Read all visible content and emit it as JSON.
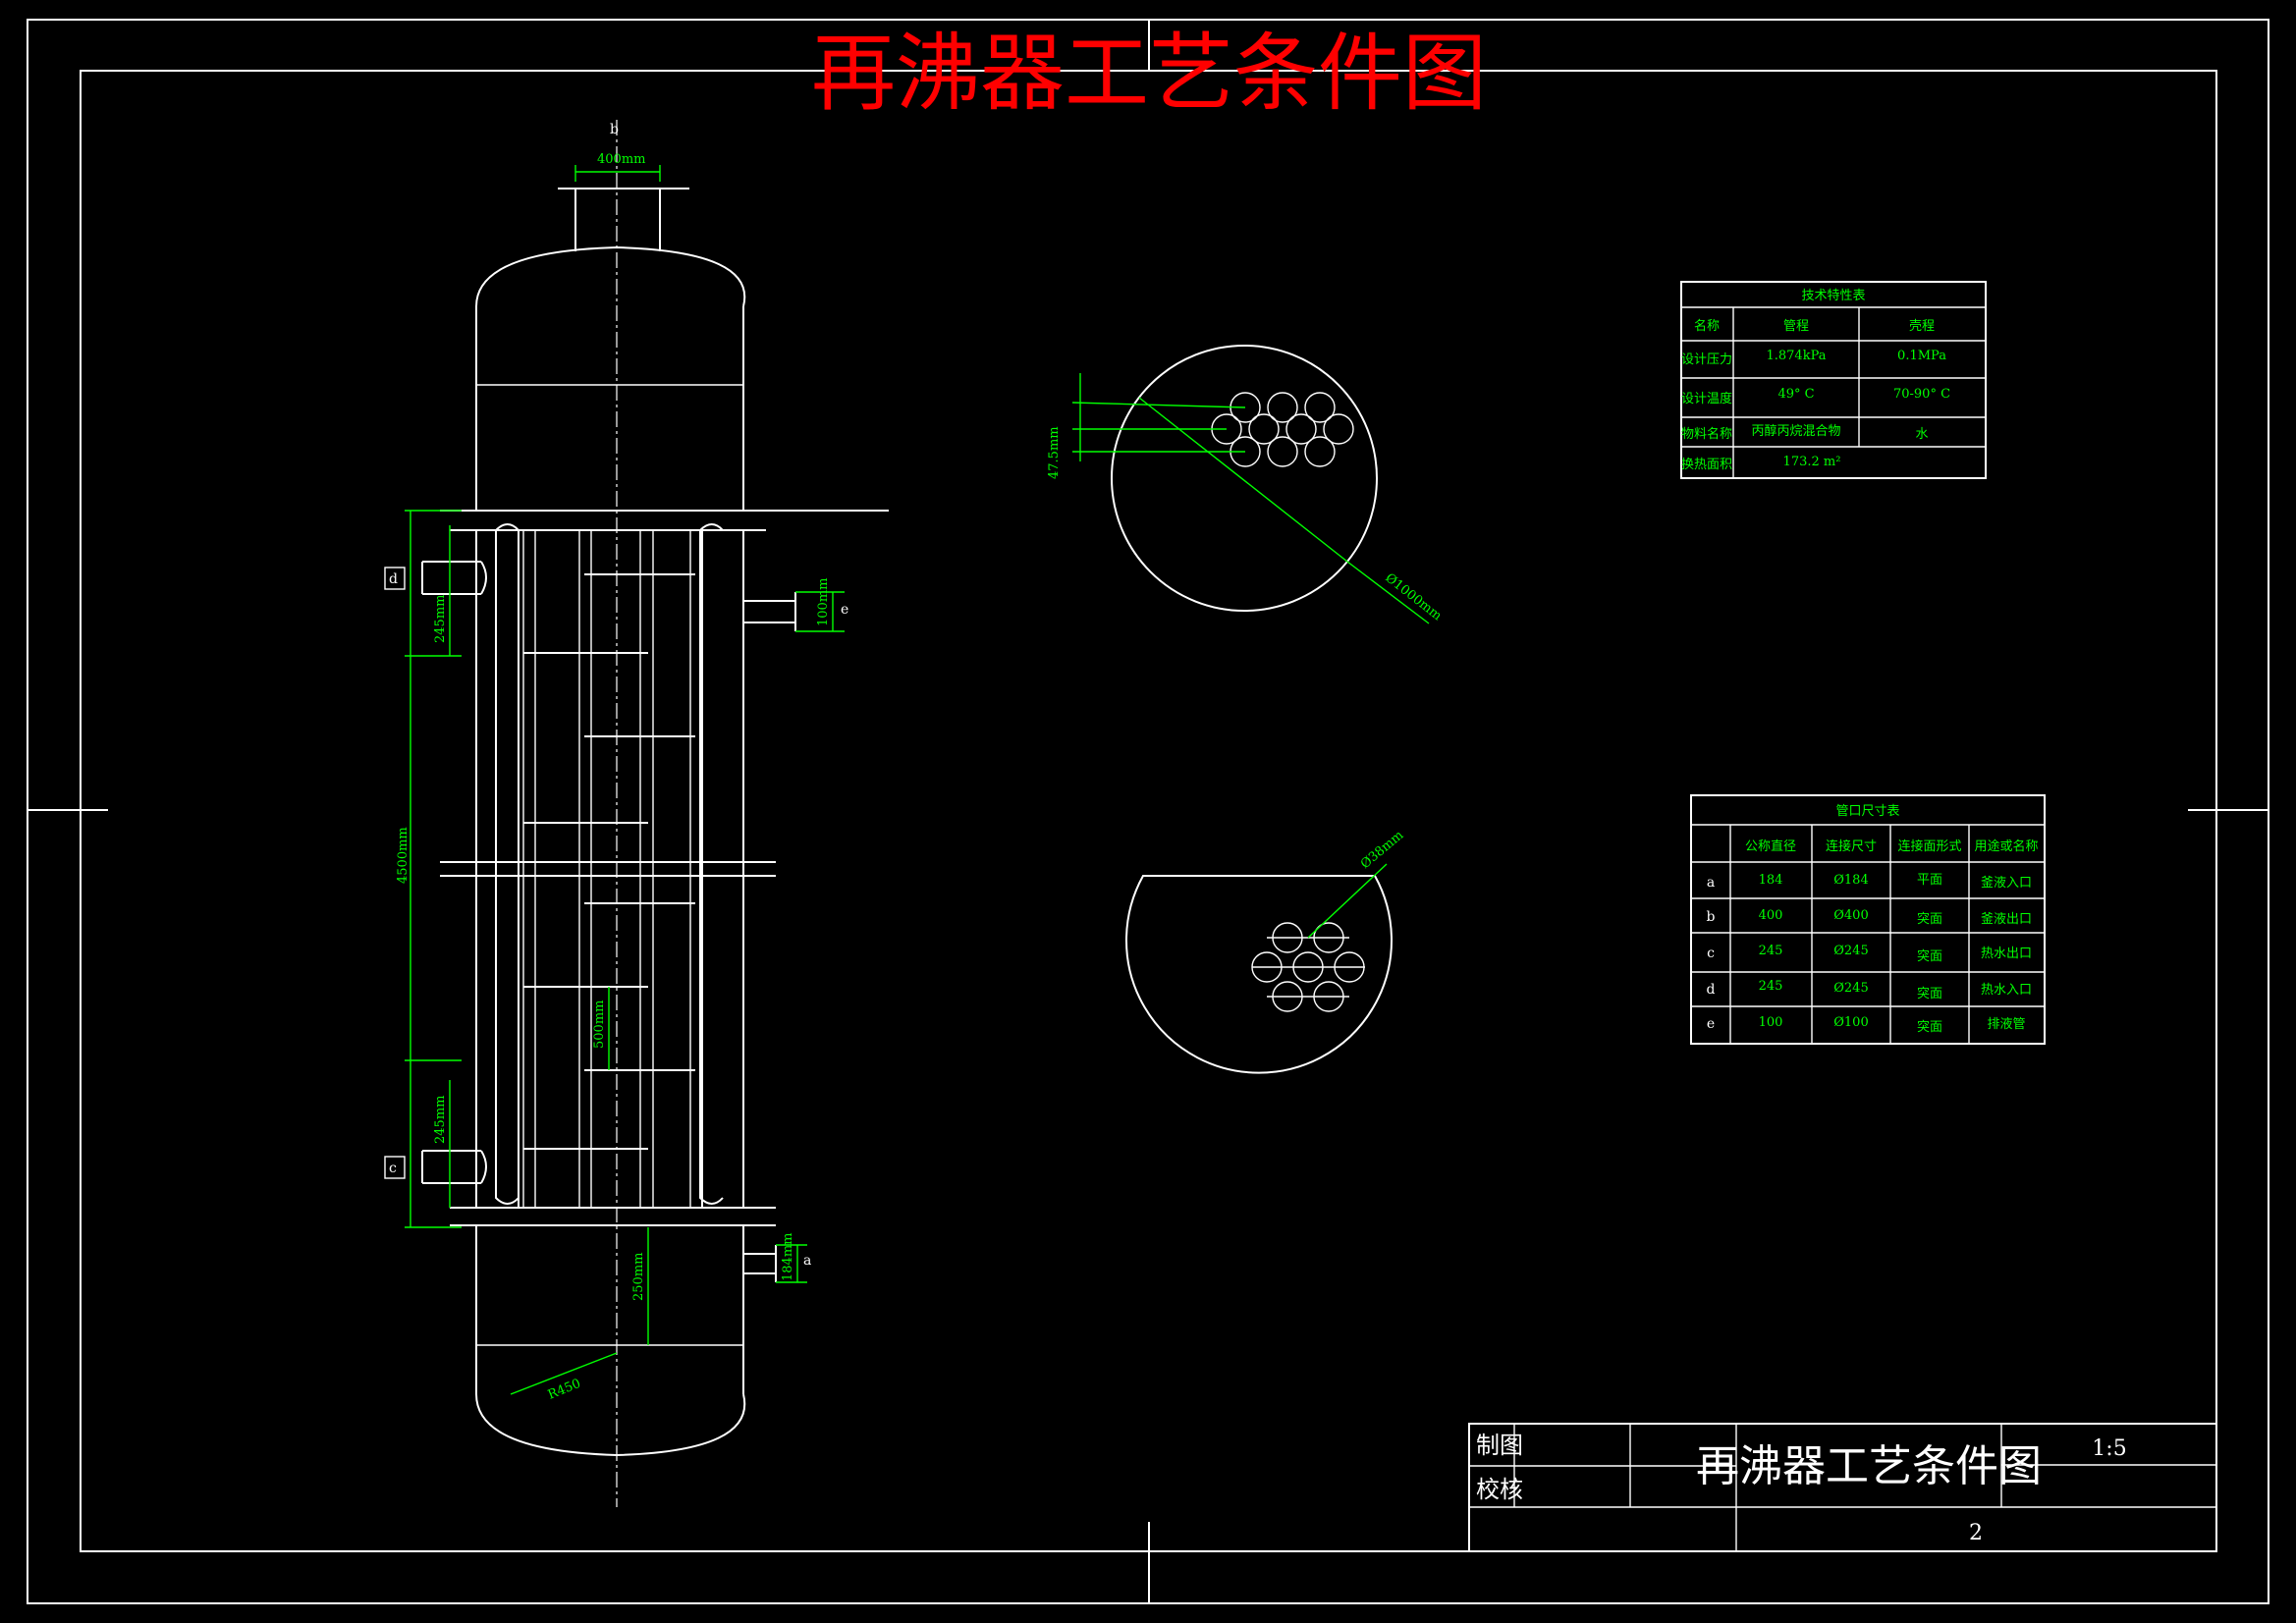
{
  "title": "再沸器工艺条件图",
  "colors": {
    "background": "#000000",
    "lines": "#ffffff",
    "dimensions": "#00ff00",
    "title": "#ff0000"
  },
  "nozzle_labels": {
    "a": "a",
    "b": "b",
    "c": "c",
    "d": "d",
    "e": "e"
  },
  "dimensions": {
    "top_nozzle": "400mm",
    "upper_spacing": "245mm",
    "shell_length": "4500mm",
    "lower_spacing": "245mm",
    "baffle": "500mm",
    "right_nozzle": "100mm",
    "bottom_nozzle": "184mm",
    "bottom_height": "250mm",
    "head_radius": "R450",
    "pitch": "47.5mm",
    "shell_diameter": "Ø1000mm",
    "tube_diameter": "Ø38mm"
  },
  "tech_table": {
    "title": "技术特性表",
    "headers": [
      "名称",
      "管程",
      "壳程"
    ],
    "rows": [
      [
        "设计压力",
        "1.874kPa",
        "0.1MPa"
      ],
      [
        "设计温度",
        "49° C",
        "70-90° C"
      ],
      [
        "物料名称",
        "丙醇丙烷混合物",
        "水"
      ],
      [
        "换热面积",
        "173.2 m²",
        ""
      ]
    ]
  },
  "nozzle_table": {
    "title": "管口尺寸表",
    "headers": [
      "",
      "公称直径",
      "连接尺寸",
      "连接面形式",
      "用途或名称"
    ],
    "rows": [
      [
        "a",
        "184",
        "Ø184",
        "平面",
        "釜液入口"
      ],
      [
        "b",
        "400",
        "Ø400",
        "突面",
        "釜液出口"
      ],
      [
        "c",
        "245",
        "Ø245",
        "突面",
        "热水出口"
      ],
      [
        "d",
        "245",
        "Ø245",
        "突面",
        "热水入口"
      ],
      [
        "e",
        "100",
        "Ø100",
        "突面",
        "排液管"
      ]
    ]
  },
  "title_block": {
    "drawn": "制图",
    "checked": "校核",
    "name": "再沸器工艺条件图",
    "scale": "1:5",
    "sheet": "2"
  }
}
